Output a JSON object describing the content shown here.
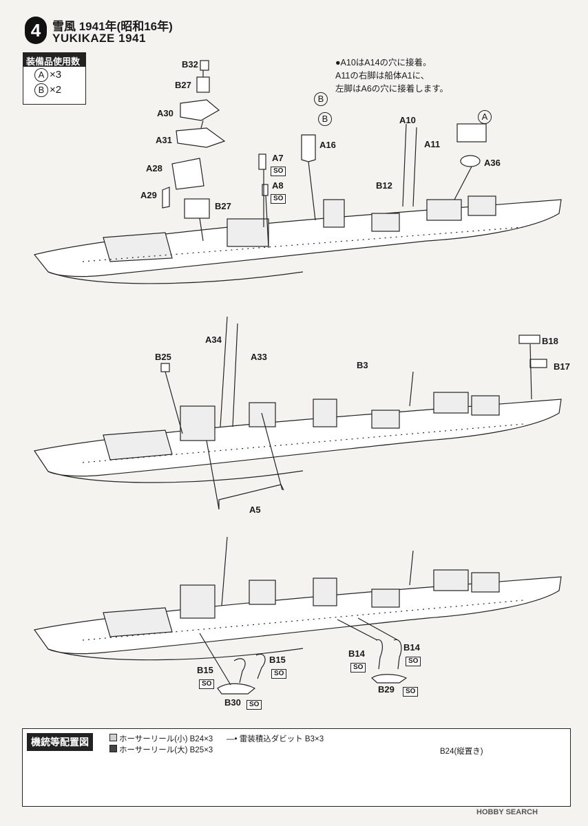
{
  "header": {
    "step_number": "4",
    "title_jp": "雪風 1941年(昭和16年)",
    "title_en": "YUKIKAZE 1941"
  },
  "parts_usage": {
    "title": "装備品使用数",
    "rows": [
      {
        "part": "A",
        "count": "×3"
      },
      {
        "part": "B",
        "count": "×2"
      }
    ]
  },
  "note": {
    "line1": "●A10はA14の穴に接着。",
    "line2": "A11の右脚は船体A1に、",
    "line3": "左脚はA6の穴に接着します。"
  },
  "upper_labels": {
    "B32": "B32",
    "B27a": "B27",
    "A30": "A30",
    "A31": "A31",
    "A28": "A28",
    "A29": "A29",
    "B27b": "B27",
    "A7": "A7",
    "A8": "A8",
    "B_1": "B",
    "B_2": "B",
    "A16": "A16",
    "A10": "A10",
    "A11": "A11",
    "B12": "B12",
    "A_circ": "A",
    "A36": "A36"
  },
  "middle_labels": {
    "A34": "A34",
    "A33": "A33",
    "B25": "B25",
    "B3": "B3",
    "B18": "B18",
    "B17": "B17",
    "A5": "A5"
  },
  "lower_labels": {
    "B15a": "B15",
    "B15b": "B15",
    "B30": "B30",
    "B14a": "B14",
    "B14b": "B14",
    "B29": "B29"
  },
  "so_tag": "SO",
  "bottom_box": {
    "title": "機銃等配置図",
    "legend1": "ホーサーリール(小) B24×3",
    "legend2": "ホーサーリール(大) B25×3",
    "legend3": "雷装積込ダビット B3×3",
    "b24_note": "B24(縦置き)"
  },
  "watermark": "HOBBY SEARCH"
}
